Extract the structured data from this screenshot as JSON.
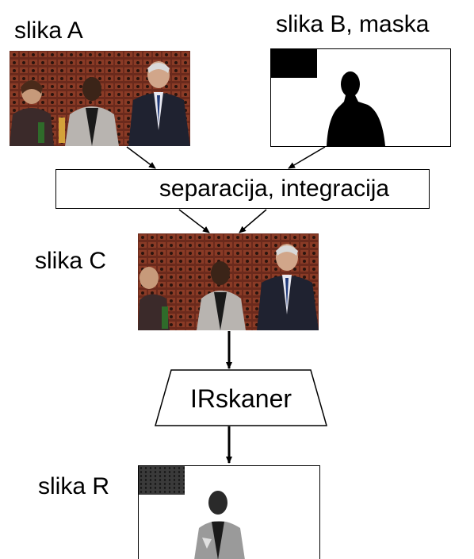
{
  "labels": {
    "slika_a": "slika A",
    "slika_b": "slika B, maska",
    "slika_c": "slika C",
    "slika_r": "slika R"
  },
  "process": {
    "separation": "separacija, integracija",
    "scanner": "IRskaner"
  },
  "colors": {
    "brick": "#6b2a1c",
    "brick_dark": "#3a1a12",
    "mask_black": "#000000",
    "jacket": "#1f2230",
    "skin": "#c79a7a"
  },
  "icons": {
    "photo_a": "group-photo",
    "mask_b": "silhouette-mask",
    "photo_c": "group-photo-embedded",
    "photo_r": "ir-scan-result"
  }
}
